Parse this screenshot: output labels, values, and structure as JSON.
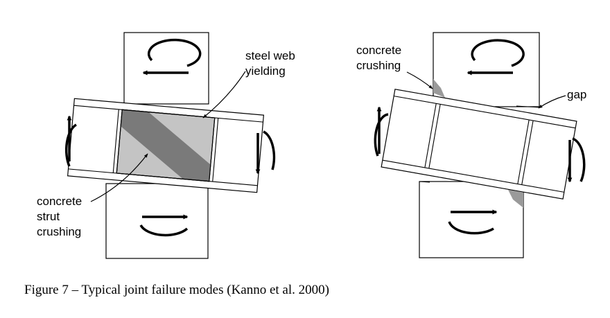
{
  "figure": {
    "left_diagram": {
      "label_top_1": "steel web",
      "label_top_2": "yielding",
      "label_bottom_1": "concrete",
      "label_bottom_2": "strut",
      "label_bottom_3": "crushing"
    },
    "right_diagram": {
      "label_top_1": "concrete",
      "label_top_2": "crushing",
      "label_gap": "gap"
    },
    "colors": {
      "strut_fill": "#7a7a7a",
      "web_fill": "#c4c4c4",
      "crushing_fill": "#9a9a9a",
      "line": "#000000"
    }
  },
  "caption": "Figure 7 – Typical joint failure modes (Kanno et al. 2000)"
}
